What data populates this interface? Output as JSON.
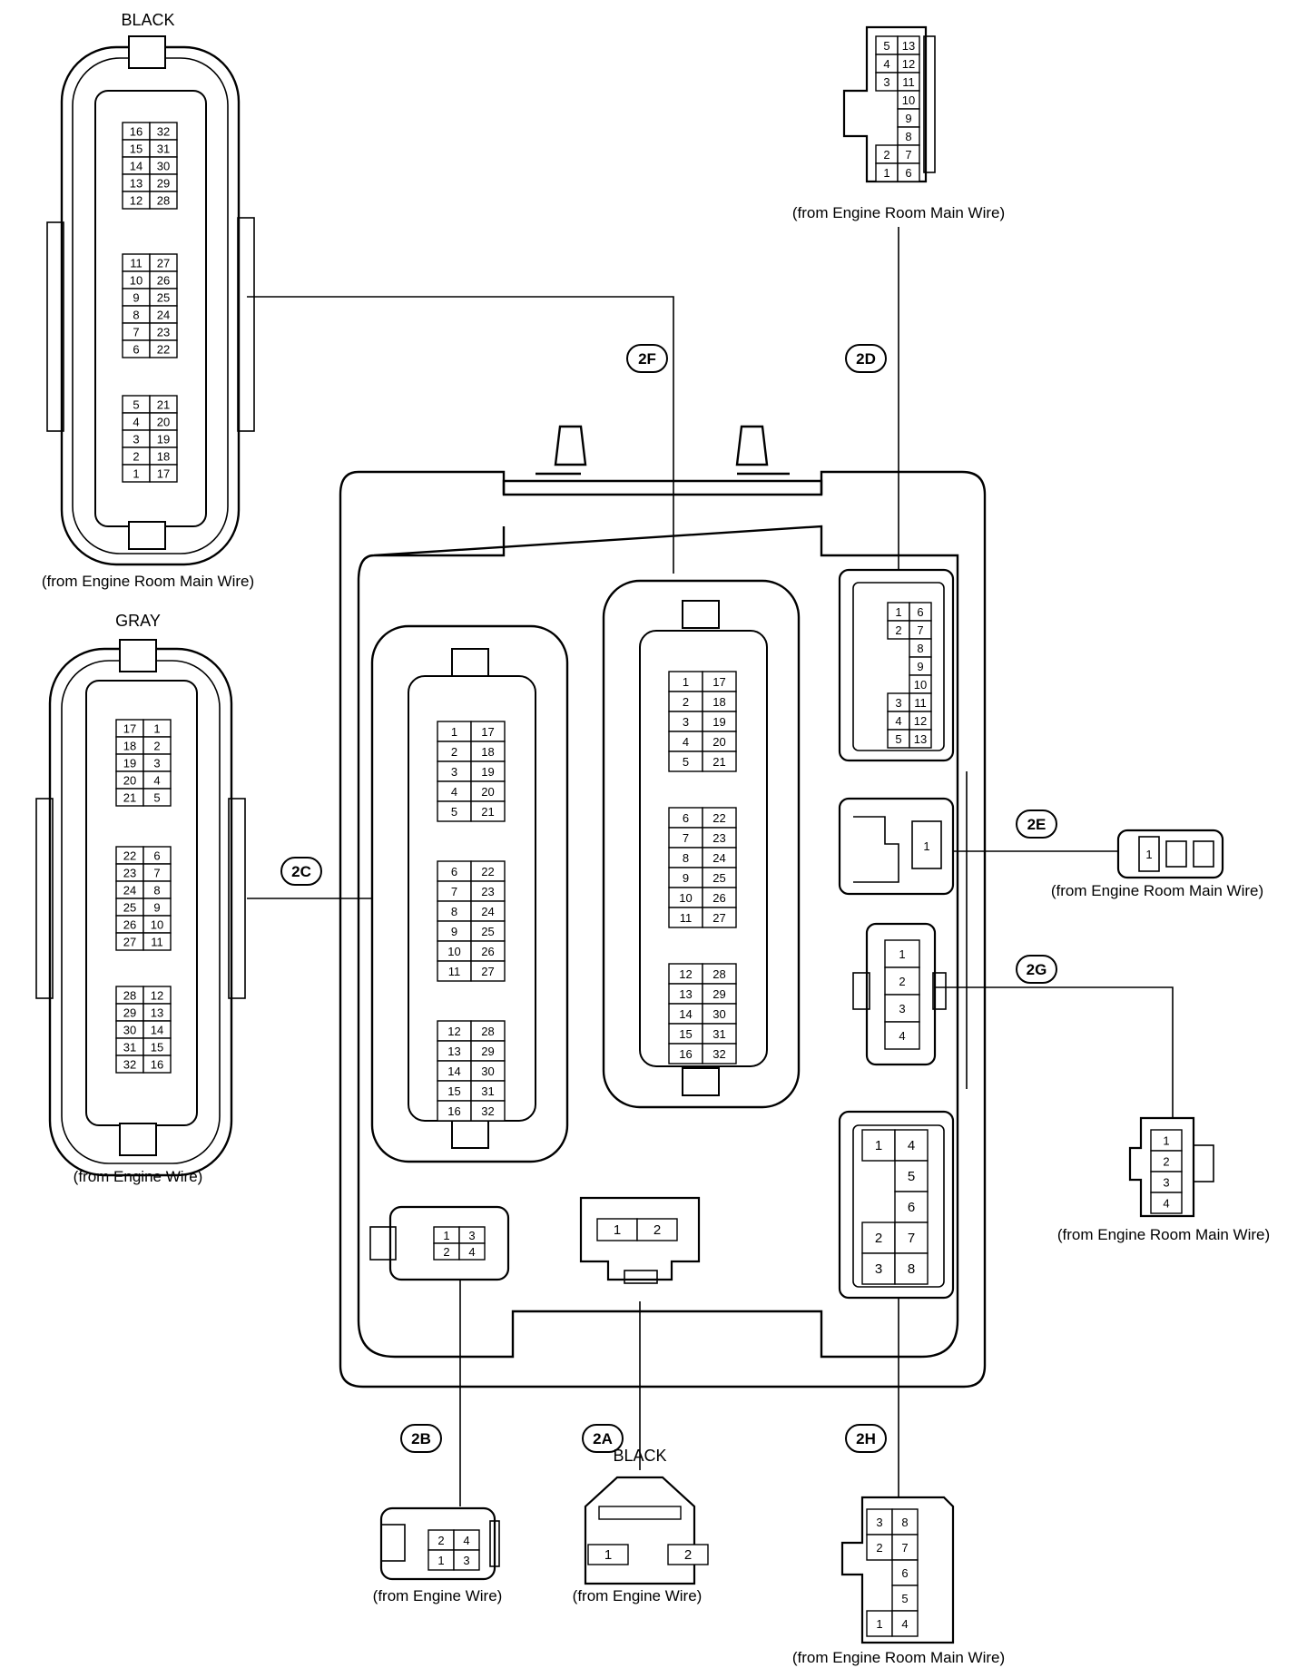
{
  "labels": {
    "from_engine_room_main_wire": "(from Engine Room Main Wire)",
    "from_engine_wire": "(from Engine Wire)",
    "black": "BLACK",
    "gray": "GRAY"
  },
  "connectors": {
    "2A": {
      "tag": "2A",
      "pins": [
        "1",
        "2"
      ]
    },
    "2B": {
      "tag": "2B",
      "pins": [
        "1",
        "2",
        "3",
        "4"
      ]
    },
    "2C": {
      "tag": "2C",
      "pins": [
        "1",
        "2",
        "3",
        "4",
        "5",
        "6",
        "7",
        "8",
        "9",
        "10",
        "11",
        "12",
        "13",
        "14",
        "15",
        "16",
        "17",
        "18",
        "19",
        "20",
        "21",
        "22",
        "23",
        "24",
        "25",
        "26",
        "27",
        "28",
        "29",
        "30",
        "31",
        "32"
      ]
    },
    "2D": {
      "tag": "2D",
      "pins": [
        "1",
        "2",
        "3",
        "4",
        "5",
        "6",
        "7",
        "8",
        "9",
        "10",
        "11",
        "12",
        "13"
      ]
    },
    "2E": {
      "tag": "2E",
      "pins": [
        "1"
      ]
    },
    "2F": {
      "tag": "2F",
      "pins": [
        "1",
        "2",
        "3",
        "4",
        "5",
        "6",
        "7",
        "8",
        "9",
        "10",
        "11",
        "12",
        "13",
        "14",
        "15",
        "16",
        "17",
        "18",
        "19",
        "20",
        "21",
        "22",
        "23",
        "24",
        "25",
        "26",
        "27",
        "28",
        "29",
        "30",
        "31",
        "32"
      ]
    },
    "2G": {
      "tag": "2G",
      "pins": [
        "1",
        "2",
        "3",
        "4"
      ]
    },
    "2H": {
      "tag": "2H",
      "pins": [
        "1",
        "2",
        "3",
        "4",
        "5",
        "6",
        "7",
        "8"
      ]
    }
  }
}
